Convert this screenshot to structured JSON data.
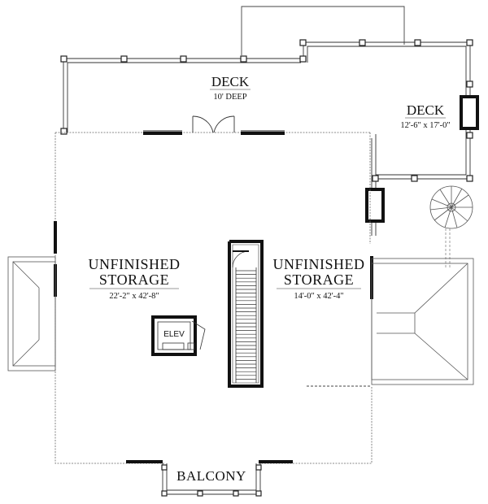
{
  "plan": {
    "deck_main": {
      "name": "DECK",
      "size": "10' DEEP"
    },
    "deck_side": {
      "name": "DECK",
      "size": "12'-6\" x 17'-0\""
    },
    "storage_left": {
      "line1": "UNFINISHED",
      "line2": "STORAGE",
      "size": "22'-2\" x 42'-8\""
    },
    "storage_right": {
      "line1": "UNFINISHED",
      "line2": "STORAGE",
      "size": "14'-0\" x 42'-4\""
    },
    "elevator": {
      "label": "ELEV"
    },
    "balcony": {
      "name": "BALCONY"
    }
  }
}
